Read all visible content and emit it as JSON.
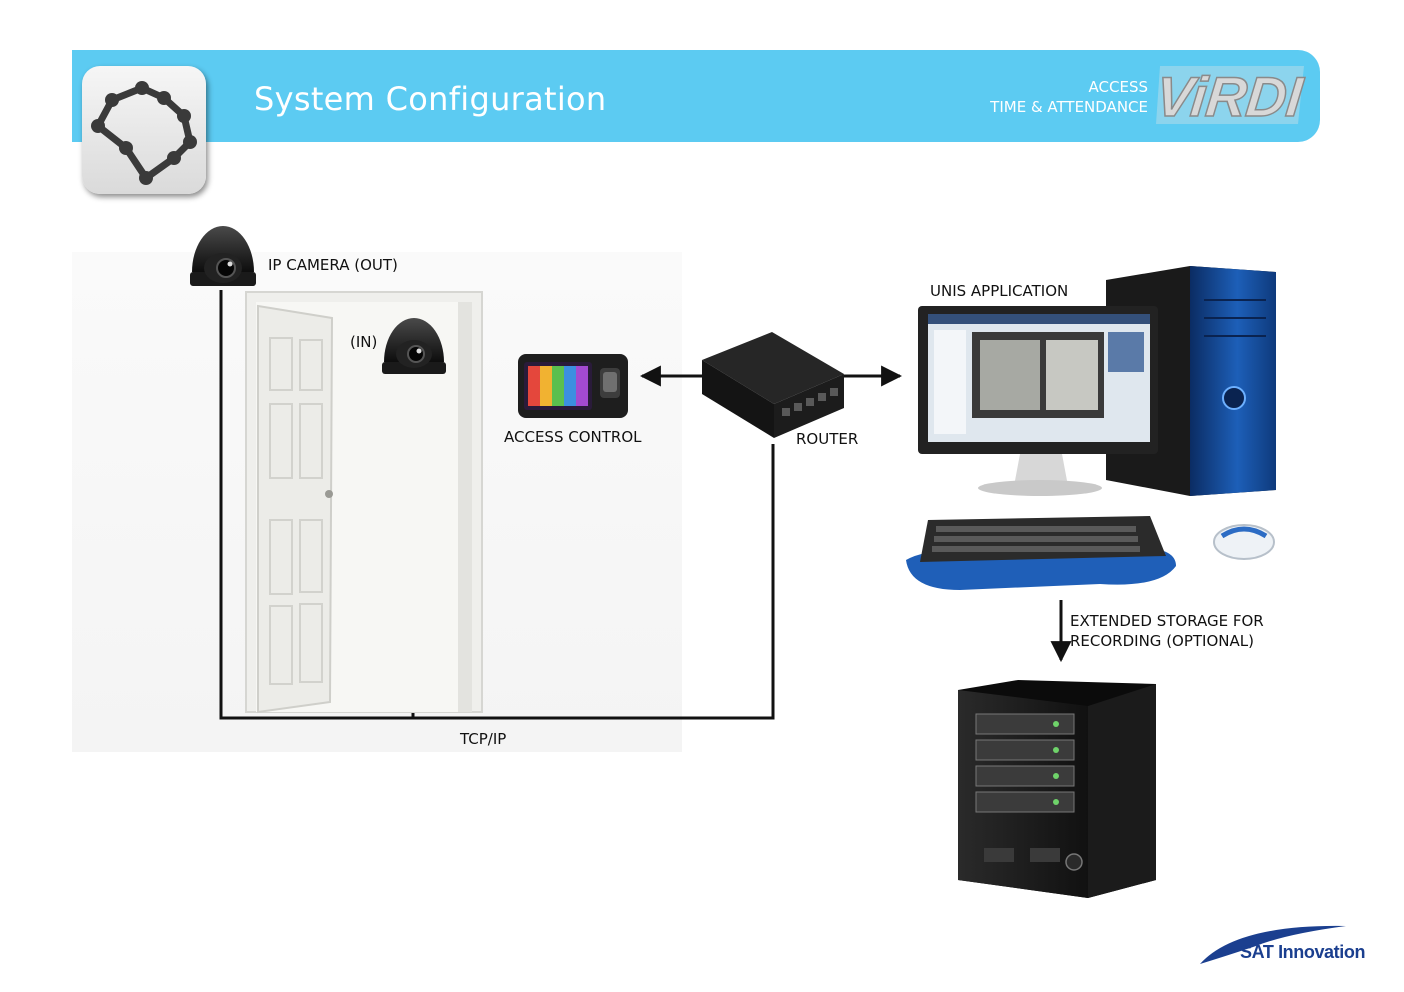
{
  "header": {
    "title": "System Configuration",
    "brand_line_1": "ACCESS",
    "brand_line_2": "TIME & ATTENDANCE",
    "brand_logo": "ViRDI",
    "app_icon": "network-nodes-icon",
    "band_color": "#5ccbf2"
  },
  "diagram": {
    "camera_out_label": "IP CAMERA (OUT)",
    "camera_in_label": "(IN)",
    "access_control_label": "ACCESS CONTROL",
    "router_label": "ROUTER",
    "network_label": "TCP/IP",
    "unis_label": "UNIS APPLICATION",
    "storage_label_line1": "EXTENDED STORAGE FOR",
    "storage_label_line2": "RECORDING (OPTIONAL)",
    "icons": {
      "camera": "dome-camera-icon",
      "door": "door-icon",
      "terminal": "fingerprint-terminal-icon",
      "router": "network-switch-icon",
      "computer": "desktop-computer-icon",
      "storage": "nas-storage-icon"
    },
    "accent_color": "#1d5fb8"
  },
  "footer": {
    "logo_text": "SAT Innovation",
    "logo_color": "#1b3f8f"
  }
}
